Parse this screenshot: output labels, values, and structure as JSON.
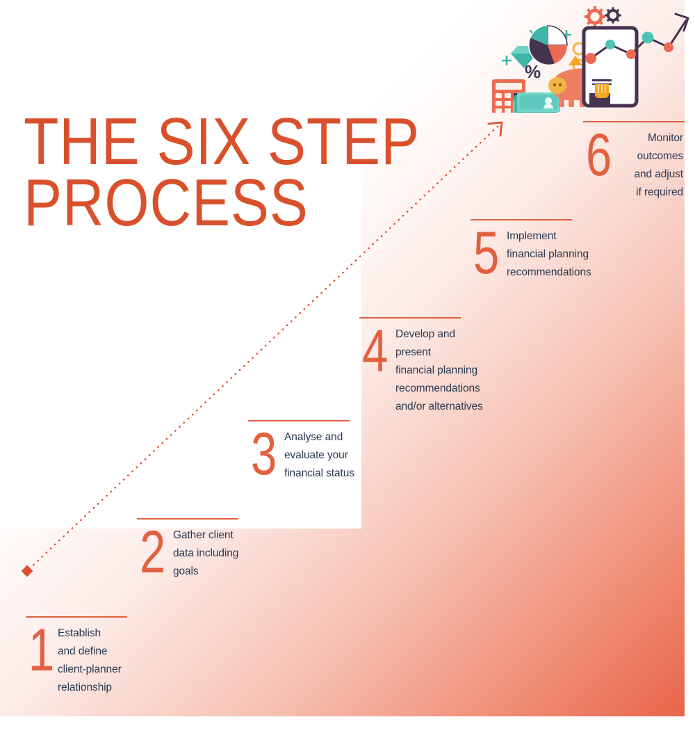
{
  "page": {
    "title_line1": "THE SIX STEP",
    "title_line2": "PROCESS",
    "title_text": "THE SIX STEP\nPROCESS",
    "accent_color": "#e2603f",
    "title_color": "#d9512c",
    "text_color": "#2b3a52",
    "background_gradient": [
      "#ffffff",
      "#f6c0b2",
      "#e9654a"
    ]
  },
  "steps": [
    {
      "number": "1",
      "text": "Establish\nand define\nclient-planner\nrelationship",
      "align": "left"
    },
    {
      "number": "2",
      "text": "Gather client\ndata including\ngoals",
      "align": "left"
    },
    {
      "number": "3",
      "text": "Analyse and\nevaluate your\nfinancial status",
      "align": "left"
    },
    {
      "number": "4",
      "text": "Develop and\npresent\nfinancial planning\nrecommendations\nand/or alternatives",
      "align": "left"
    },
    {
      "number": "5",
      "text": "Implement\nfinancial planning\nrecommendations",
      "align": "left"
    },
    {
      "number": "6",
      "text": "Monitor\noutcomes\nand adjust\nif required",
      "align": "right"
    }
  ],
  "illustration": {
    "name": "financial-planning-illustration",
    "elements": [
      "calculator-icon",
      "banknote-icon",
      "piggy-bank-icon",
      "pie-chart-icon",
      "diamond-icon",
      "percent-symbol",
      "gear-icons",
      "tablet-line-chart-icon",
      "rising-arrow-icon",
      "plus-marks",
      "ring-marks",
      "chevron-mark"
    ],
    "palette": {
      "salmon": "#ec6a52",
      "coral": "#ef7f63",
      "teal": "#3fb5a8",
      "light_teal": "#5cc9bd",
      "purple": "#463350",
      "yellow": "#f2b544",
      "orange": "#f5a623",
      "white": "#ffffff"
    }
  },
  "connector": {
    "name": "dotted-progress-arrow",
    "color": "#d9512c",
    "style": "dotted-diagonal-with-arrowhead"
  }
}
